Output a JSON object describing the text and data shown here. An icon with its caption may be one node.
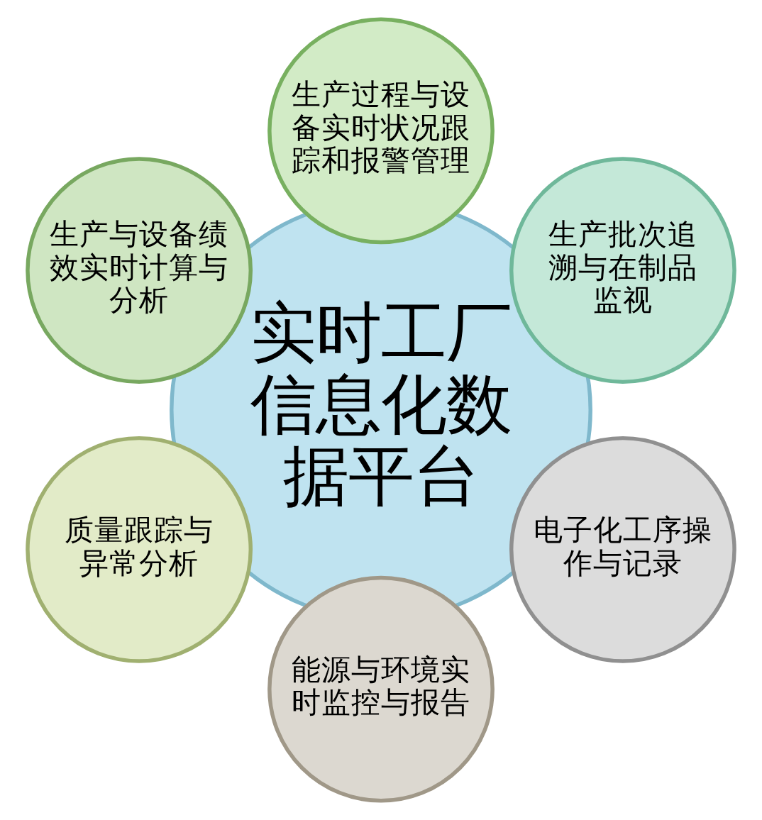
{
  "diagram": {
    "nodes": [
      {
        "text": [
          "实时工厂信息化数据平台"
        ]
      },
      {
        "text": [
          "生产批次追溯与在制品监视"
        ]
      },
      {
        "text": [
          "生产过程与设备实时状况跟踪和报警管理"
        ]
      },
      {
        "text": [
          "生产与设备绩效实时计算与分析"
        ]
      },
      {
        "text": [
          "质量跟踪与异常分析"
        ]
      },
      {
        "text": [
          "能源与环境实时监控与报告"
        ]
      },
      {
        "text": [
          "电子化工序操作与记录"
        ]
      }
    ]
  }
}
